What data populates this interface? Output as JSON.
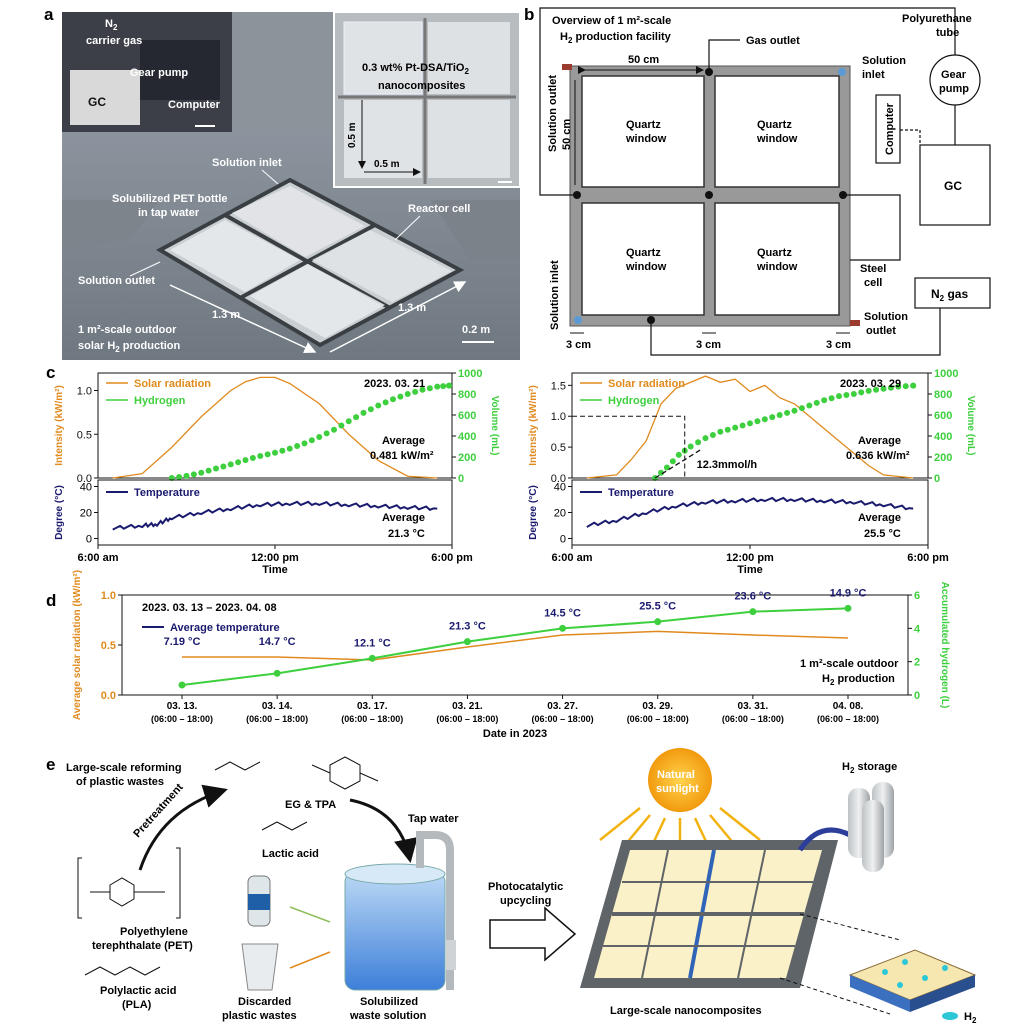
{
  "panel_letters": {
    "a": "a",
    "b": "b",
    "c": "c",
    "d": "d",
    "e": "e"
  },
  "panel_a": {
    "n2_carrier_1": "N",
    "n2_carrier_sub": "2",
    "n2_carrier_2": "carrier gas",
    "gear_pump": "Gear pump",
    "gc": "GC",
    "computer": "Computer",
    "inset_label_1": "0.3 wt% Pt-DSA/TiO",
    "inset_label_sub": "2",
    "inset_label_2": "nanocomposites",
    "inset_dim_v": "0.5 m",
    "inset_dim_h": "0.5 m",
    "solution_inlet": "Solution inlet",
    "solubilized_1": "Solubilized PET bottle",
    "solubilized_2": "in tap water",
    "reactor_cell": "Reactor cell",
    "solution_outlet": "Solution outlet",
    "dim_left": "1.3 m",
    "dim_right": "1.3 m",
    "caption_1": "1 m²-scale outdoor",
    "caption_2a": "solar H",
    "caption_2sub": "2",
    "caption_2b": " production",
    "scale": "0.2 m"
  },
  "panel_b": {
    "title_1": "Overview of 1 m²-scale",
    "title_2a": "H",
    "title_2sub": "2",
    "title_2b": " production facility",
    "gas_outlet": "Gas outlet",
    "polyurethane_1": "Polyurethane",
    "polyurethane_2": "tube",
    "gear_pump_1": "Gear",
    "gear_pump_2": "pump",
    "solution_inlet_top_1": "Solution",
    "solution_inlet_top_2": "inlet",
    "solution_outlet_left": "Solution outlet",
    "dim_50_h": "50 cm",
    "dim_50_v": "50 cm",
    "quartz_1": "Quartz",
    "quartz_2": "window",
    "computer": "Computer",
    "gc": "GC",
    "steel_1": "Steel",
    "steel_2": "cell",
    "n2_gas_a": "N",
    "n2_gas_sub": "2",
    "n2_gas_b": " gas",
    "solution_inlet_left": "Solution inlet",
    "solution_outlet_br_1": "Solution",
    "solution_outlet_br_2": "outlet",
    "dim_3cm": "3 cm"
  },
  "panel_e": {
    "large_scale_1": "Large-scale reforming",
    "large_scale_2": "of plastic wastes",
    "pretreatment": "Pretreatment",
    "eg_tpa": "EG & TPA",
    "lactic": "Lactic acid",
    "tap_water": "Tap water",
    "pet_1": "Polyethylene",
    "pet_2": "terephthalate (PET)",
    "pla_1": "Polylactic acid",
    "pla_2": "(PLA)",
    "discarded_1": "Discarded",
    "discarded_2": "plastic wastes",
    "solubilized_1": "Solubilized",
    "solubilized_2": "waste solution",
    "photocat_1": "Photocatalytic",
    "photocat_2": "upcycling",
    "sun_1": "Natural",
    "sun_2": "sunlight",
    "storage_a": "H",
    "storage_sub": "2",
    "storage_b": " storage",
    "nanocomposites": "Large-scale nanocomposites",
    "h2_a": "H",
    "h2_sub": "2"
  },
  "chart_data": [
    {
      "type": "line",
      "panel": "c-left-top",
      "date": "2023. 03. 21",
      "ylabel_left": "Intensity (kW/m²)",
      "ylabel_right": "Volume (mL)",
      "ylim_left": [
        0,
        1.2
      ],
      "ylim_right": [
        0,
        1000
      ],
      "yticks_left": [
        "0.0",
        "0.5",
        "1.0"
      ],
      "yticks_right": [
        "0",
        "200",
        "400",
        "600",
        "800",
        "1000"
      ],
      "series": [
        {
          "name": "Solar radiation",
          "color": "#e08a1e",
          "x": [
            6.5,
            7.5,
            8.5,
            9.5,
            10.5,
            11.0,
            11.5,
            12.0,
            12.5,
            13.5,
            14.5,
            15.5,
            16.5,
            17.5
          ],
          "y": [
            0.0,
            0.05,
            0.35,
            0.7,
            1.0,
            1.1,
            1.15,
            1.15,
            1.08,
            0.85,
            0.5,
            0.2,
            0.02,
            0.0
          ]
        },
        {
          "name": "Hydrogen",
          "color": "#3ecf3e",
          "x": [
            8.5,
            9.0,
            9.5,
            10.0,
            10.5,
            11.0,
            11.5,
            12.0,
            12.5,
            13.0,
            13.5,
            14.0,
            14.5,
            15.0,
            15.5,
            16.0,
            16.5,
            17.0,
            17.5,
            17.9
          ],
          "y": [
            0,
            20,
            50,
            90,
            130,
            170,
            210,
            240,
            280,
            330,
            390,
            460,
            540,
            620,
            690,
            750,
            800,
            840,
            870,
            880
          ]
        }
      ],
      "annotation_1": "Average",
      "annotation_2": "0.481 kW/m²"
    },
    {
      "type": "line",
      "panel": "c-left-bottom",
      "ylabel": "Degree (°C)",
      "xlabel": "Time",
      "ylim": [
        -5,
        45
      ],
      "yticks": [
        "0",
        "20",
        "40"
      ],
      "xticks": [
        "6:00 am",
        "12:00 pm",
        "6:00 pm"
      ],
      "series": [
        {
          "name": "Temperature",
          "color": "#1a1a6e",
          "x": [
            6.5,
            7.5,
            8.0,
            8.5,
            9.5,
            10.5,
            11.5,
            12.5,
            13.5,
            14.5,
            15.5,
            16.5,
            17.5
          ],
          "y": [
            8,
            10,
            11,
            16,
            20,
            23,
            26,
            27,
            27,
            26,
            25,
            24,
            23
          ]
        }
      ],
      "annotation_1": "Average",
      "annotation_2": "21.3 °C"
    },
    {
      "type": "line",
      "panel": "c-right-top",
      "date": "2023. 03. 29",
      "ylabel_left": "Intensity (kW/m²)",
      "ylabel_right": "Volume (mL)",
      "ylim_left": [
        0,
        1.7
      ],
      "ylim_right": [
        0,
        1000
      ],
      "yticks_left": [
        "0.0",
        "0.5",
        "1.0",
        "1.5"
      ],
      "yticks_right": [
        "0",
        "200",
        "400",
        "600",
        "800",
        "1000"
      ],
      "series": [
        {
          "name": "Solar radiation",
          "color": "#e08a1e",
          "x": [
            6.5,
            7.5,
            8.0,
            8.5,
            9.0,
            9.5,
            10.0,
            10.5,
            11.0,
            11.5,
            12.0,
            12.5,
            13.0,
            13.5,
            14.0,
            14.5,
            15.0,
            15.5,
            16.0,
            16.5,
            17.5
          ],
          "y": [
            0.0,
            0.05,
            0.3,
            0.6,
            1.2,
            1.45,
            1.55,
            1.65,
            1.55,
            1.6,
            1.4,
            1.5,
            1.3,
            1.2,
            1.0,
            0.8,
            0.6,
            0.4,
            0.2,
            0.05,
            0.0
          ]
        },
        {
          "name": "Hydrogen",
          "color": "#3ecf3e",
          "x": [
            8.8,
            9.2,
            9.6,
            10.0,
            10.5,
            11.0,
            11.5,
            12.0,
            12.5,
            13.0,
            13.5,
            14.0,
            14.5,
            15.0,
            15.5,
            16.0,
            16.5,
            17.0,
            17.5
          ],
          "y": [
            0,
            100,
            220,
            300,
            380,
            440,
            480,
            520,
            560,
            600,
            640,
            690,
            740,
            780,
            800,
            830,
            850,
            870,
            880
          ]
        }
      ],
      "annotation_rate": "12.3mmol/h",
      "annotation_1": "Average",
      "annotation_2": "0.636 kW/m²"
    },
    {
      "type": "line",
      "panel": "c-right-bottom",
      "ylabel": "Degree (°C)",
      "xlabel": "Time",
      "ylim": [
        -5,
        45
      ],
      "yticks": [
        "0",
        "20",
        "40"
      ],
      "xticks": [
        "6:00 am",
        "12:00 pm",
        "6:00 pm"
      ],
      "series": [
        {
          "name": "Temperature",
          "color": "#1a1a6e",
          "x": [
            6.5,
            7.5,
            8.5,
            9.5,
            10.5,
            11.5,
            12.5,
            13.5,
            14.5,
            15.5,
            16.5,
            17.5
          ],
          "y": [
            10,
            14,
            20,
            25,
            28,
            29,
            30,
            30,
            29,
            28,
            26,
            23
          ]
        }
      ],
      "annotation_1": "Average",
      "annotation_2": "25.5 °C"
    },
    {
      "type": "line",
      "panel": "d",
      "title": "2023. 03. 13 – 2023. 04. 08",
      "xlabel": "Date in 2023",
      "ylabel_left": "Average solar radiation (kW/m²)",
      "ylabel_right": "Accumulated hydrogen (L)",
      "ylim_left": [
        0,
        1.0
      ],
      "ylim_right": [
        0,
        6
      ],
      "yticks_left": [
        "0.0",
        "0.5",
        "1.0"
      ],
      "yticks_right": [
        "0",
        "2",
        "4",
        "6"
      ],
      "categories": [
        "03. 13.",
        "03. 14.",
        "03. 17.",
        "03. 21.",
        "03. 27.",
        "03. 29.",
        "03. 31.",
        "04. 08."
      ],
      "subcategory": "(06:00 – 18:00)",
      "temperatures": [
        "7.19 °C",
        "14.7 °C",
        "12.1 °C",
        "21.3 °C",
        "14.5 °C",
        "25.5 °C",
        "23.6 °C",
        "14.9 °C"
      ],
      "legend_temperature": "Average temperature",
      "series": [
        {
          "name": "Average solar radiation",
          "color": "#e08a1e",
          "values": [
            0.38,
            0.38,
            0.35,
            0.48,
            0.6,
            0.636,
            0.6,
            0.57
          ]
        },
        {
          "name": "Accumulated hydrogen",
          "color": "#3ecf3e",
          "values": [
            0.6,
            1.3,
            2.2,
            3.2,
            4.0,
            4.4,
            5.0,
            5.2
          ]
        }
      ],
      "annotation_1": "1 m²-scale outdoor",
      "annotation_2a": "H",
      "annotation_2sub": "2",
      "annotation_2b": " production"
    }
  ],
  "chart_legend": {
    "solar": "Solar radiation",
    "hydrogen": "Hydrogen",
    "temperature": "Temperature"
  }
}
